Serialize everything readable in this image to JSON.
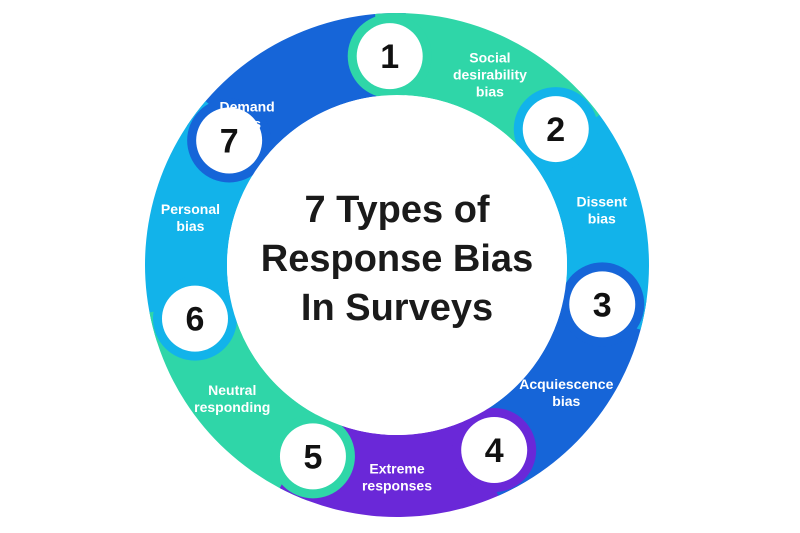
{
  "title": {
    "lines": [
      "7 Types of",
      "Response Bias",
      "In Surveys"
    ]
  },
  "segments": [
    {
      "number": "1",
      "label_lines": [
        "Demand",
        "bias"
      ],
      "color": "#2fd6a8"
    },
    {
      "number": "2",
      "label_lines": [
        "Social",
        "desirability",
        "bias"
      ],
      "color": "#12b3ea"
    },
    {
      "number": "3",
      "label_lines": [
        "Dissent",
        "bias"
      ],
      "color": "#1665d8"
    },
    {
      "number": "4",
      "label_lines": [
        "Acquiescence",
        "bias"
      ],
      "color": "#6a28d8"
    },
    {
      "number": "5",
      "label_lines": [
        "Extreme",
        "responses"
      ],
      "color": "#2fd6a8"
    },
    {
      "number": "6",
      "label_lines": [
        "Neutral",
        "responding"
      ],
      "color": "#12b3ea"
    },
    {
      "number": "7",
      "label_lines": [
        "Personal",
        "bias"
      ],
      "color": "#1665d8"
    }
  ],
  "colors": {
    "badge_fill": "#ffffff",
    "center_fill": "#ffffff",
    "text_dark": "#1a1a1a"
  }
}
